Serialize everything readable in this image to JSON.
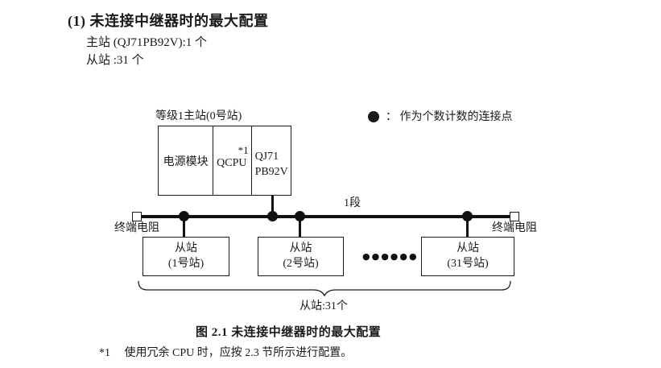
{
  "page": {
    "heading": "(1) 未连接中继器时的最大配置",
    "master_line": "主站 (QJ71PB92V):1 个",
    "slave_line": "从站 :31 个",
    "figure_caption": "图 2.1 未连接中继器时的最大配置",
    "footnote": {
      "marker": "*1",
      "text": "使用冗余 CPU 时，应按 2.3 节所示进行配置。"
    }
  },
  "diagram": {
    "master_station": {
      "label": "等级1主站(0号站)",
      "modules": {
        "power": "电源模块",
        "cpu": "QCPU",
        "cpu_footnote": "*1",
        "network_line1": "QJ71",
        "network_line2": "PB92V"
      }
    },
    "legend": {
      "colon": "：",
      "text": "作为个数计数的连接点"
    },
    "segment_label": "1段",
    "left_terminator": "终端电阻",
    "right_terminator": "终端电阻",
    "slave_stations": [
      {
        "line1": "从站",
        "line2": "(1号站)"
      },
      {
        "line1": "从站",
        "line2": "(2号站)"
      },
      {
        "line1": "从站",
        "line2": "(31号站)"
      }
    ],
    "ellipsis": "●●●●●●",
    "brace_label": "从站:31个",
    "colors": {
      "ink": "#1a1a1a",
      "background": "#ffffff"
    }
  }
}
